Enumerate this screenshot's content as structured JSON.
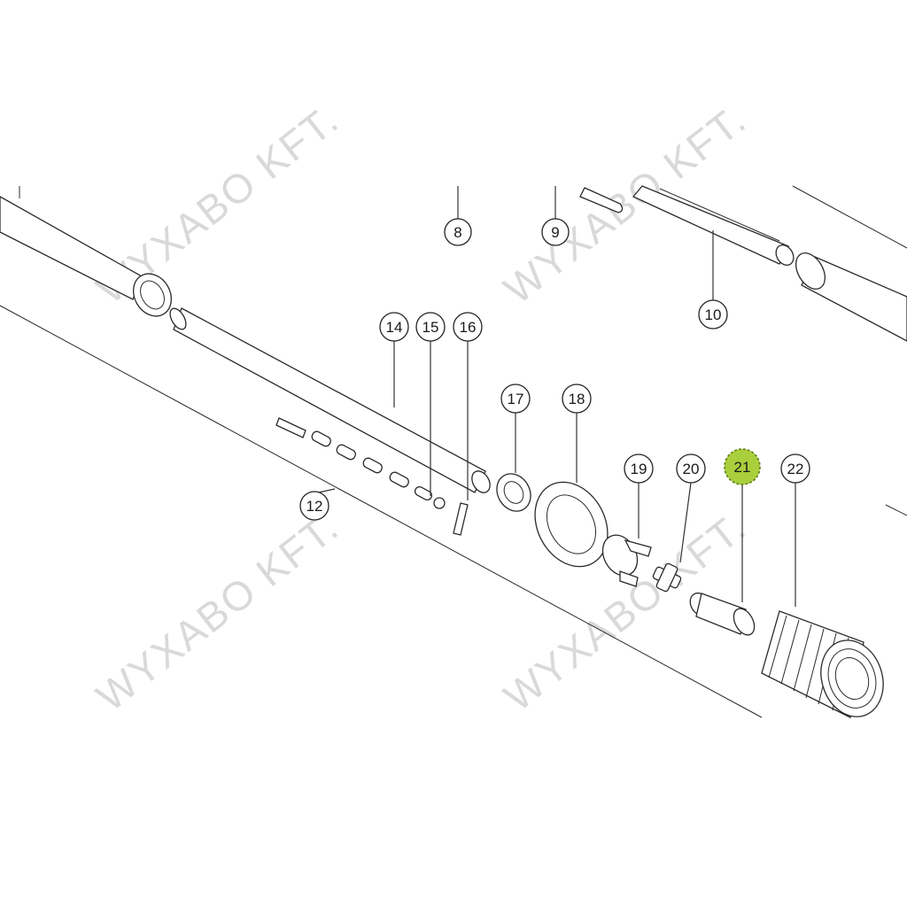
{
  "watermark": "WYXABO KFT.",
  "callouts": [
    {
      "label": "8"
    },
    {
      "label": "9"
    },
    {
      "label": "10"
    },
    {
      "label": "12"
    },
    {
      "label": "14"
    },
    {
      "label": "15"
    },
    {
      "label": "16"
    },
    {
      "label": "17"
    },
    {
      "label": "18"
    },
    {
      "label": "19"
    },
    {
      "label": "20"
    },
    {
      "label": "21",
      "highlighted": true
    },
    {
      "label": "22"
    }
  ],
  "colors": {
    "highlight": "#a9cf3c",
    "line": "#2a2a2a",
    "watermark": "#d9d9d9"
  }
}
